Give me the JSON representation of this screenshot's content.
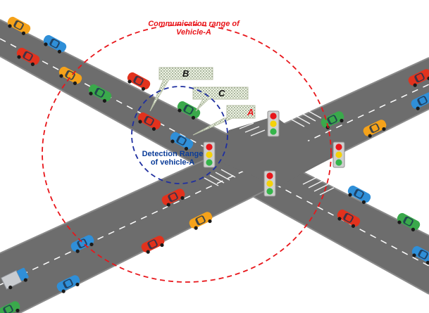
{
  "labels": {
    "communication_range_line1": "Communication range of",
    "communication_range_line2": "Vehicle-A",
    "detection_range_line1": "Detection Range",
    "detection_range_line2": "of vehicle-A",
    "vehicle_a": "A",
    "vehicle_b": "B",
    "vehicle_c": "C"
  },
  "colors": {
    "road": "#6d6d6d",
    "road_edge": "#8a8a8a",
    "lane_marking": "#ffffff",
    "communication_range": "#e8161b",
    "detection_range": "#1f2fa0",
    "car_red": "#e2321d",
    "car_blue": "#2f8fd8",
    "car_green": "#3aa94b",
    "car_orange": "#f5a21a",
    "light_red": "#e8161b",
    "light_yellow": "#f4d20a",
    "light_green": "#35b54a"
  },
  "icons": [
    "car-icon",
    "traffic-light-icon",
    "truck-icon",
    "speech-callout-icon"
  ]
}
